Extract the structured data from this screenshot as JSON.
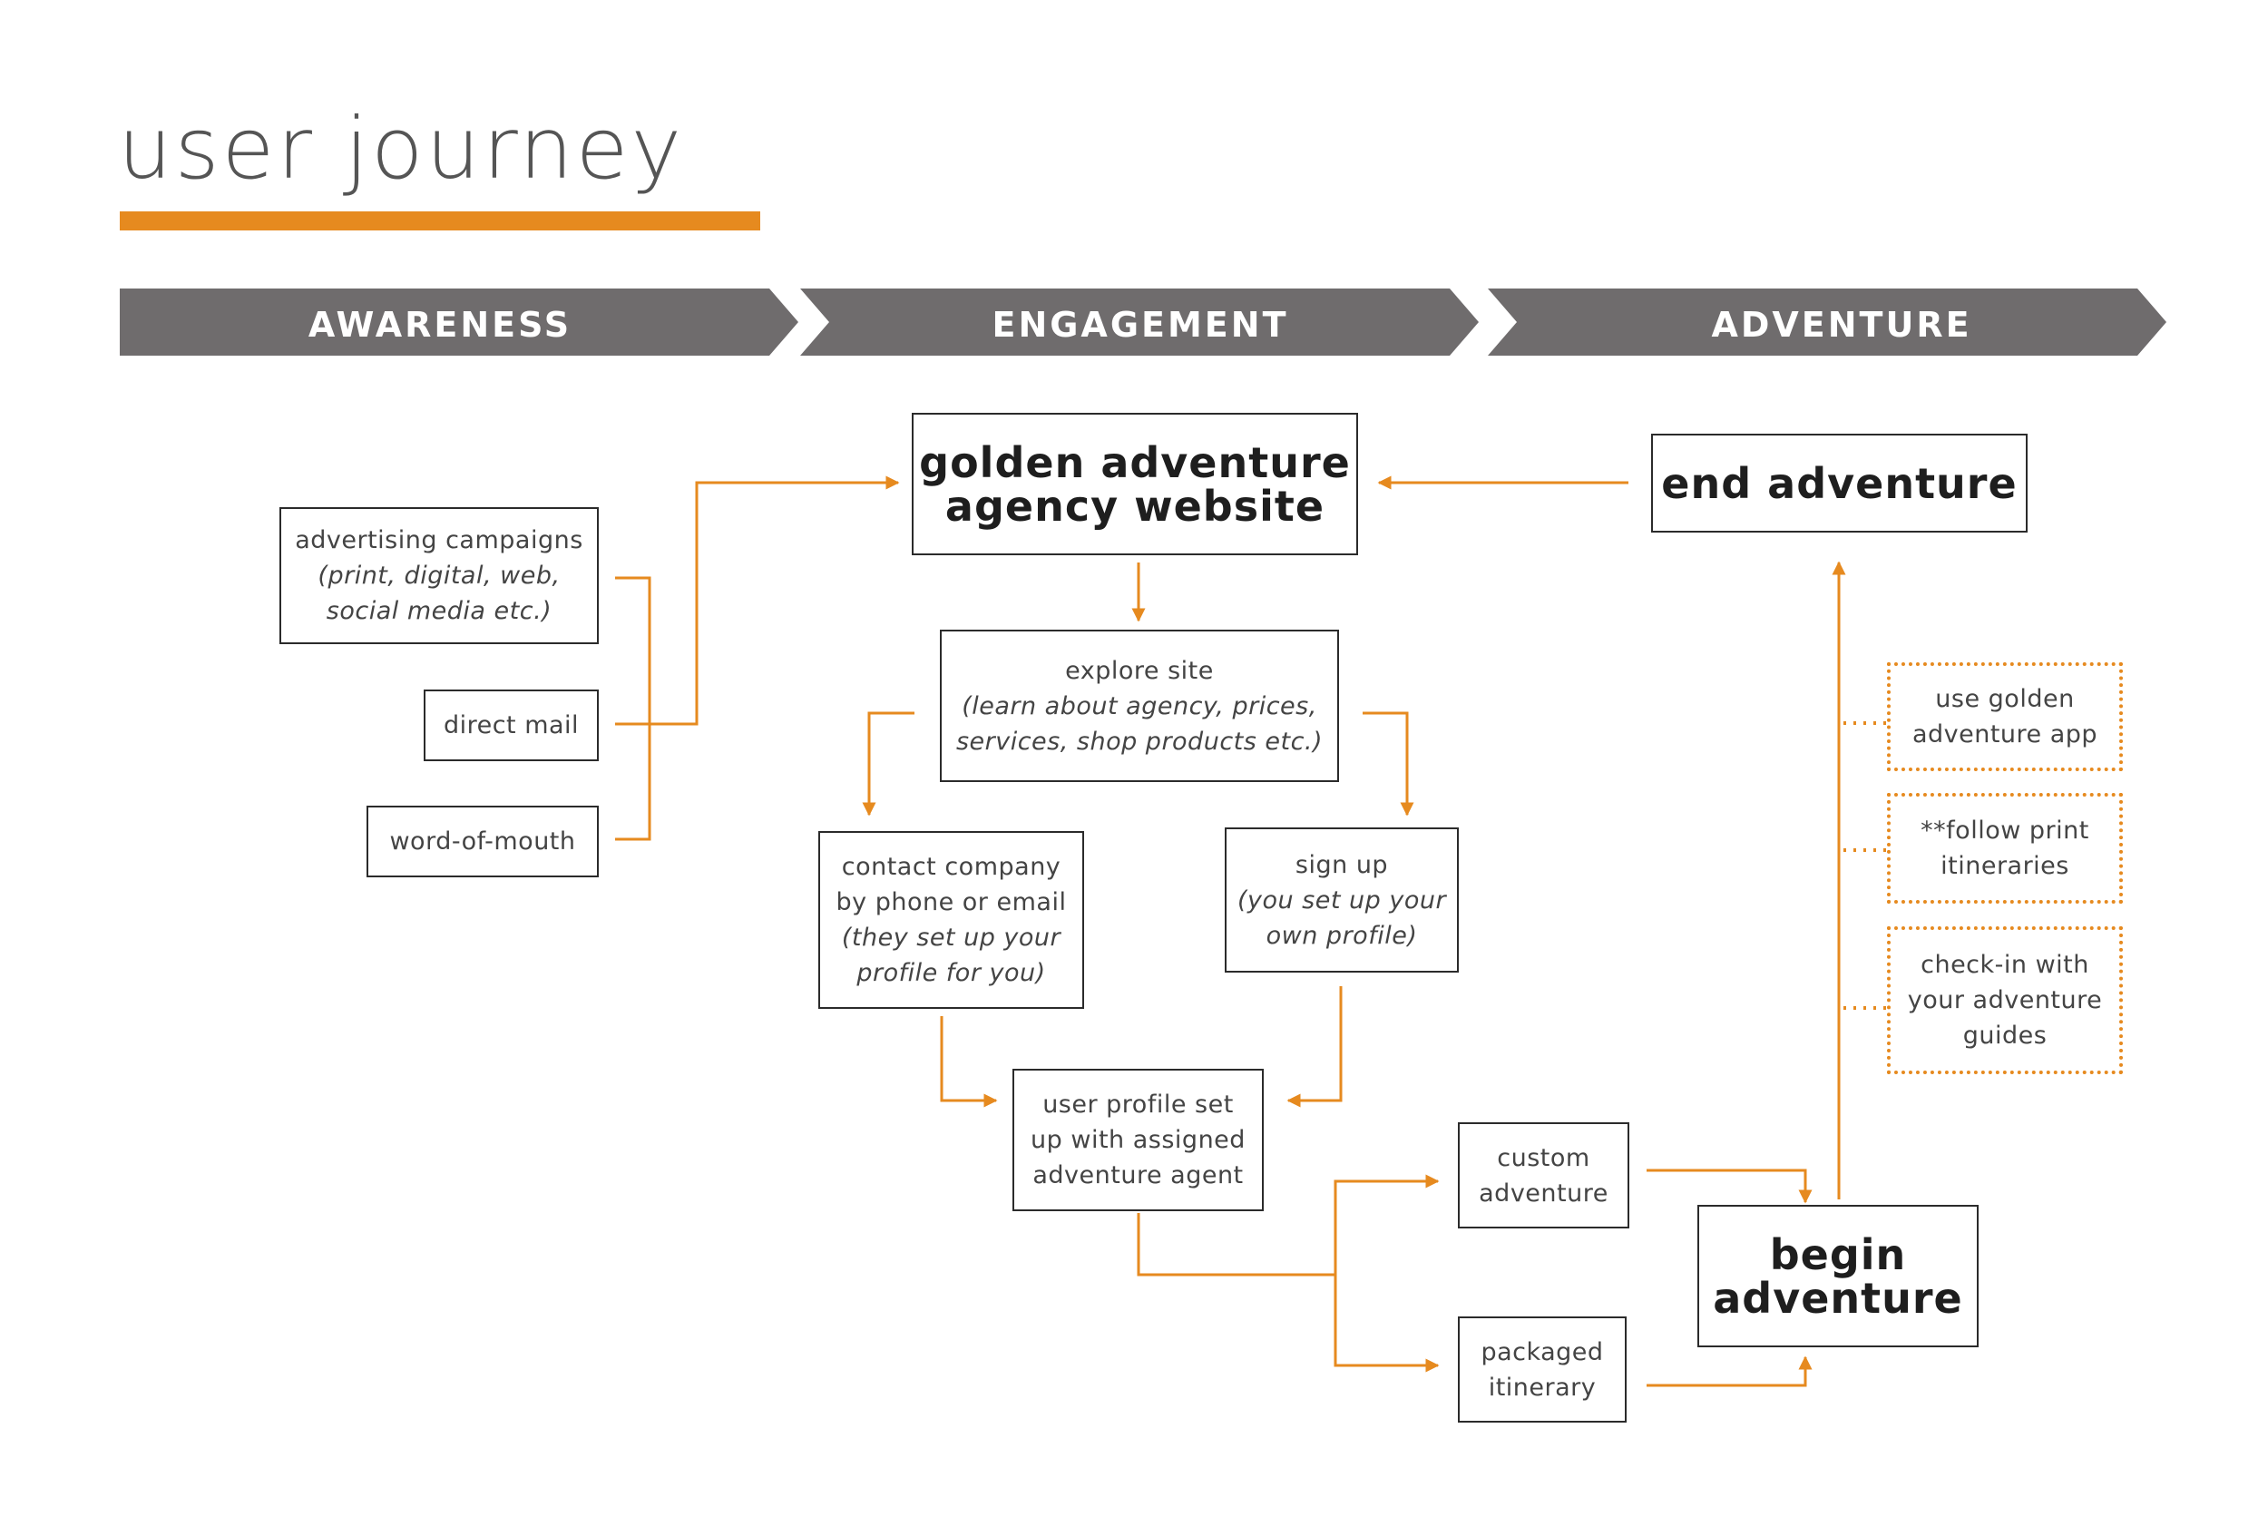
{
  "title": "user journey",
  "colors": {
    "accent": "#E68A1F",
    "chevron": "#6F6C6D",
    "box_border": "#2b2b2b",
    "text": "#444444"
  },
  "stages": [
    {
      "label": "AWARENESS"
    },
    {
      "label": "ENGAGEMENT"
    },
    {
      "label": "ADVENTURE"
    }
  ],
  "nodes": {
    "advertising": {
      "line1": "advertising campaigns",
      "line2": "(print, digital, web,",
      "line3": "social media etc.)"
    },
    "direct_mail": {
      "line1": "direct mail"
    },
    "word_of_mouth": {
      "line1": "word-of-mouth"
    },
    "website": {
      "line1": "golden adventure",
      "line2": "agency website"
    },
    "explore": {
      "line1": "explore site",
      "line2": "(learn about agency, prices,",
      "line3": "services, shop products etc.)"
    },
    "contact": {
      "line1": "contact company",
      "line2": "by phone or email",
      "line3": "(they set up your",
      "line4": "profile for you)"
    },
    "signup": {
      "line1": "sign up",
      "line2": "(you set up your",
      "line3": "own profile)"
    },
    "profile": {
      "line1": "user profile set",
      "line2": "up with assigned",
      "line3": "adventure agent"
    },
    "custom": {
      "line1": "custom",
      "line2": "adventure"
    },
    "packaged": {
      "line1": "packaged",
      "line2": "itinerary"
    },
    "begin": {
      "line1": "begin",
      "line2": "adventure"
    },
    "end": {
      "line1": "end adventure"
    },
    "app": {
      "line1": "use golden",
      "line2": "adventure app"
    },
    "print": {
      "line1": "**follow print",
      "line2": "itineraries"
    },
    "checkin": {
      "line1": "check-in with",
      "line2": "your adventure",
      "line3": "guides"
    }
  }
}
